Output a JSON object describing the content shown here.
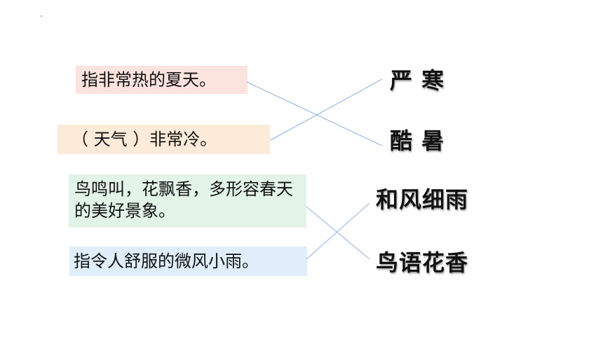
{
  "definitions": [
    {
      "text": "指非常热的夏天。",
      "color": "#fbe3de"
    },
    {
      "text": "（      天气      ）非常冷。",
      "color": "#fcebd9"
    },
    {
      "text": "鸟鸣叫，花飘香，多形容春天的美好景象。",
      "color": "#e2f3e8"
    },
    {
      "text": "指令人舒服的微风小雨。",
      "color": "#dfeefa"
    }
  ],
  "terms": [
    {
      "text": "严 寒"
    },
    {
      "text": "酷 暑"
    },
    {
      "text": "和风细雨"
    },
    {
      "text": "鸟语花香"
    }
  ],
  "matches": [
    {
      "from": 0,
      "to": 1
    },
    {
      "from": 1,
      "to": 0
    },
    {
      "from": 2,
      "to": 3
    },
    {
      "from": 3,
      "to": 2
    }
  ],
  "connector_color": "#8fb0dd"
}
